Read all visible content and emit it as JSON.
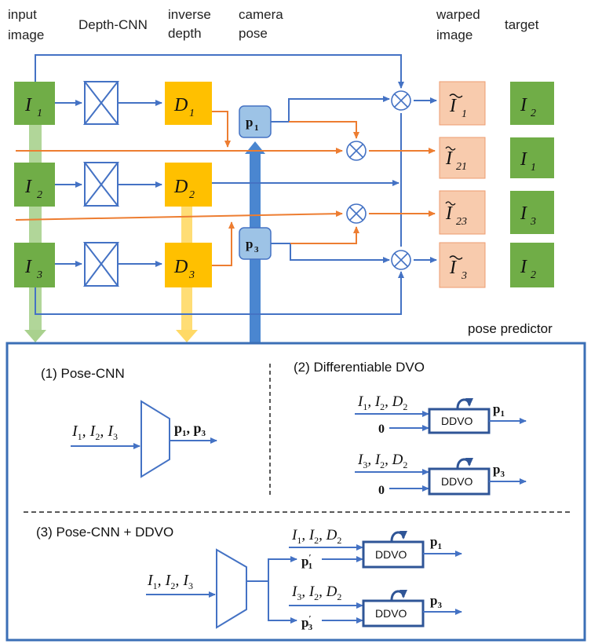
{
  "headers": {
    "input_image": [
      "input",
      "image"
    ],
    "depth_cnn": "Depth-CNN",
    "inverse_depth": [
      "inverse",
      "depth"
    ],
    "camera_pose": [
      "camera",
      "pose"
    ],
    "warped_image": [
      "warped",
      "image"
    ],
    "target": "target"
  },
  "inputs": [
    {
      "sym": "I",
      "sub": "1"
    },
    {
      "sym": "I",
      "sub": "2"
    },
    {
      "sym": "I",
      "sub": "3"
    }
  ],
  "depths": [
    {
      "sym": "D",
      "sub": "1"
    },
    {
      "sym": "D",
      "sub": "2"
    },
    {
      "sym": "D",
      "sub": "3"
    }
  ],
  "poses": [
    {
      "sym": "p",
      "sub": "1"
    },
    {
      "sym": "p",
      "sub": "3"
    }
  ],
  "warped": [
    {
      "sym": "I",
      "sub": "1"
    },
    {
      "sym": "I",
      "sub": "21"
    },
    {
      "sym": "I",
      "sub": "23"
    },
    {
      "sym": "I",
      "sub": "3"
    }
  ],
  "targets": [
    {
      "sym": "I",
      "sub": "2"
    },
    {
      "sym": "I",
      "sub": "1"
    },
    {
      "sym": "I",
      "sub": "3"
    },
    {
      "sym": "I",
      "sub": "2"
    }
  ],
  "pose_predictor": {
    "title": "pose predictor",
    "section1": "(1) Pose-CNN",
    "section2": "(2) Differentiable DVO",
    "section3": "(3) Pose-CNN + DDVO",
    "ddvo": "DDVO",
    "zero": "0"
  },
  "colors": {
    "green": "#70ad47",
    "orange": "#ffc000",
    "blue_box": "#9dc3e6",
    "salmon": "#f8cbad",
    "arrow_blue": "#4472c4",
    "arrow_orange": "#ed7d31",
    "frame": "#3b6fb6"
  }
}
